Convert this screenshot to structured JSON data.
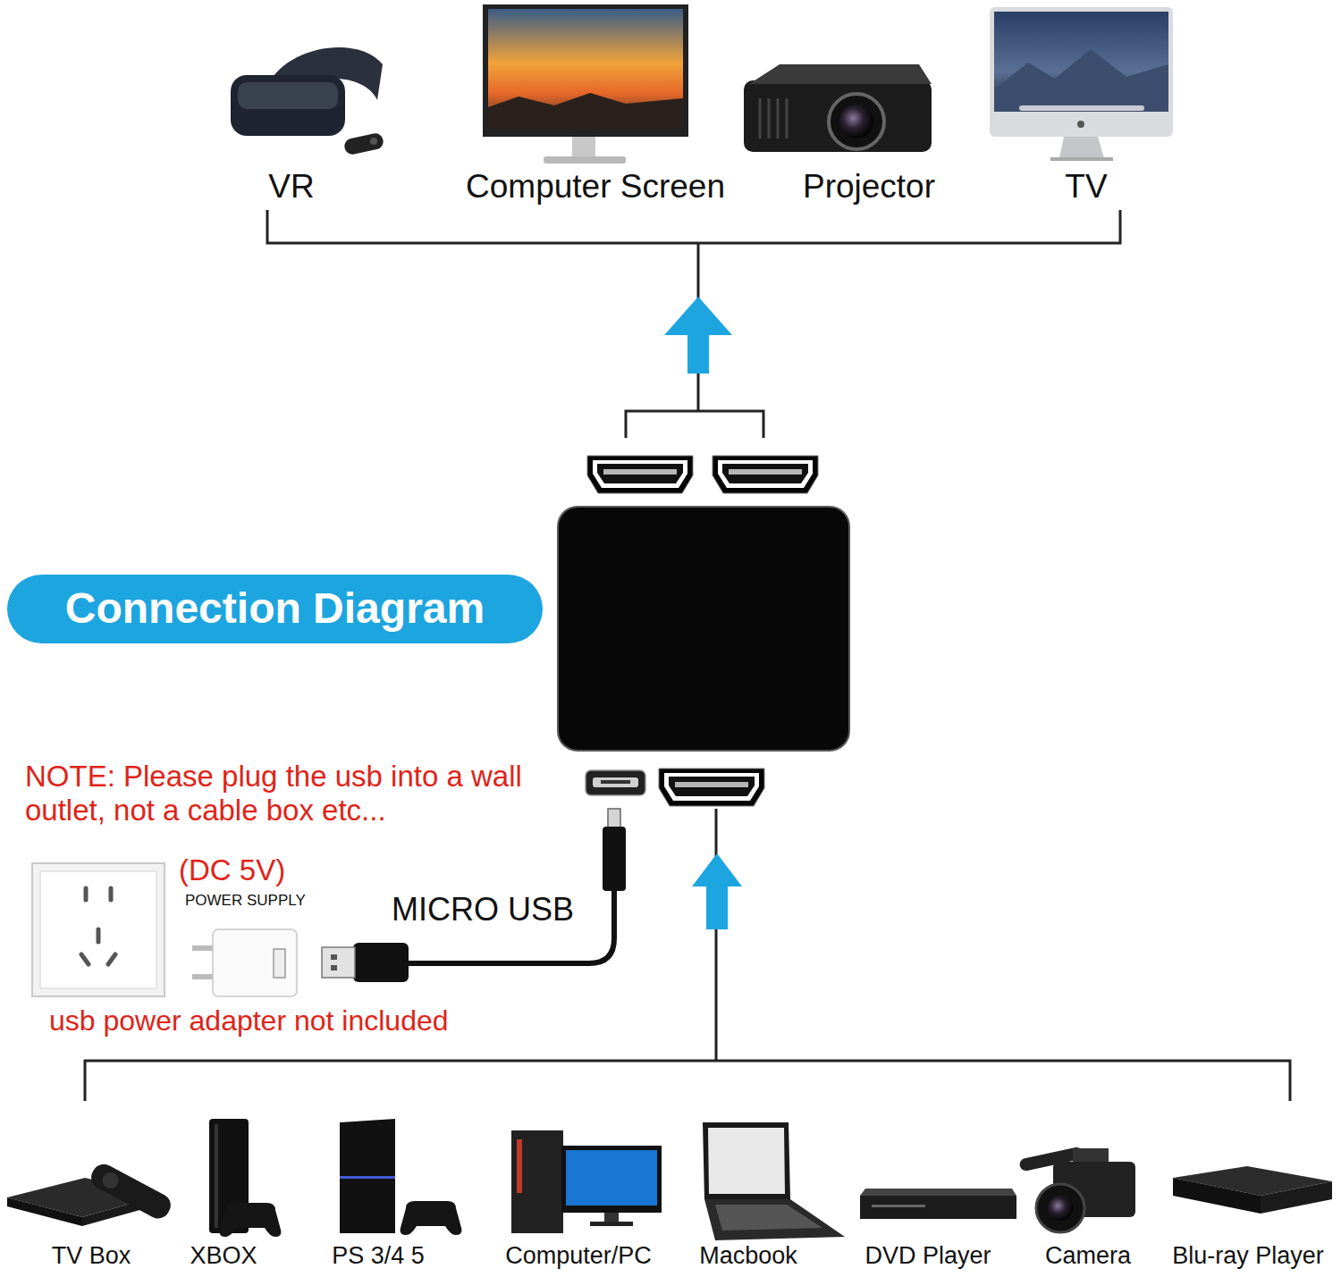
{
  "diagram": {
    "title": "Connection Diagram",
    "labels": [
      "VR",
      "Computer Screen",
      "Projector",
      "TV",
      "NOTE: Please plug the usb into a wall outlet, not a cable box etc...",
      "(DC 5V)",
      "POWER SUPPLY",
      "MICRO USB",
      "usb power adapter not included",
      "TV Box",
      "XBOX",
      "PS 3/4 5",
      "Computer/PC",
      "Macbook",
      "DVD Player",
      "Camera",
      "Blu-ray Player"
    ]
  }
}
